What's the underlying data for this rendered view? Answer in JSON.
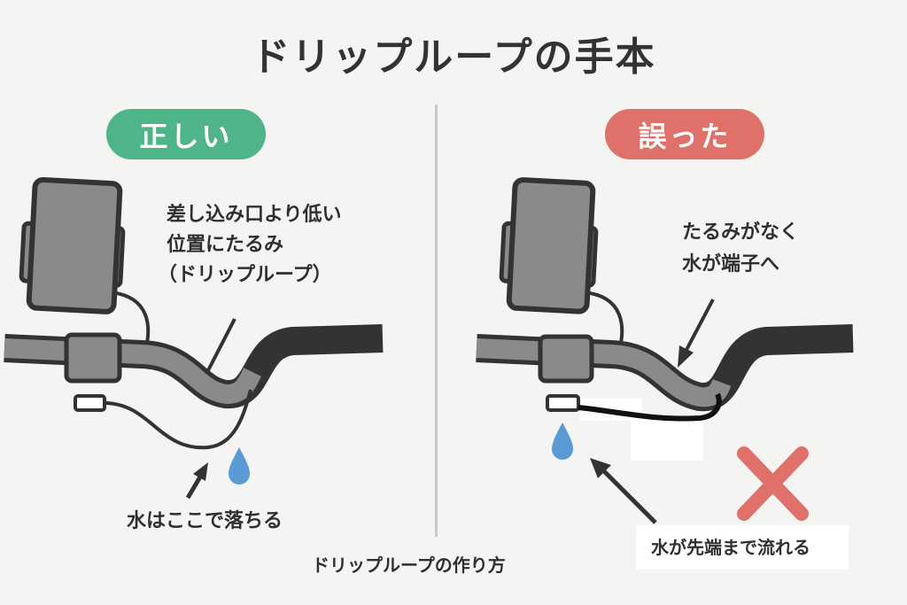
{
  "title": "ドリップループの手本",
  "correct": {
    "badge": "正しい",
    "badge_color": "#4fb488",
    "label_lines": [
      "差し込み口より低い",
      "位置にたるみ",
      "（ドリップループ）"
    ],
    "drop_label": "水はここで落ちる"
  },
  "wrong": {
    "badge": "誤った",
    "badge_color": "#e0706a",
    "label_lines": [
      "たるみがなく",
      "水が端子へ"
    ],
    "flow_label": "水が先端まで流れる",
    "mark": "x-mark"
  },
  "footer": "ドリップループの作り方",
  "colors": {
    "drop": "#5b9bd5",
    "bar": "#8a8a8a",
    "outline": "#333333",
    "cross": "#e0706a"
  }
}
